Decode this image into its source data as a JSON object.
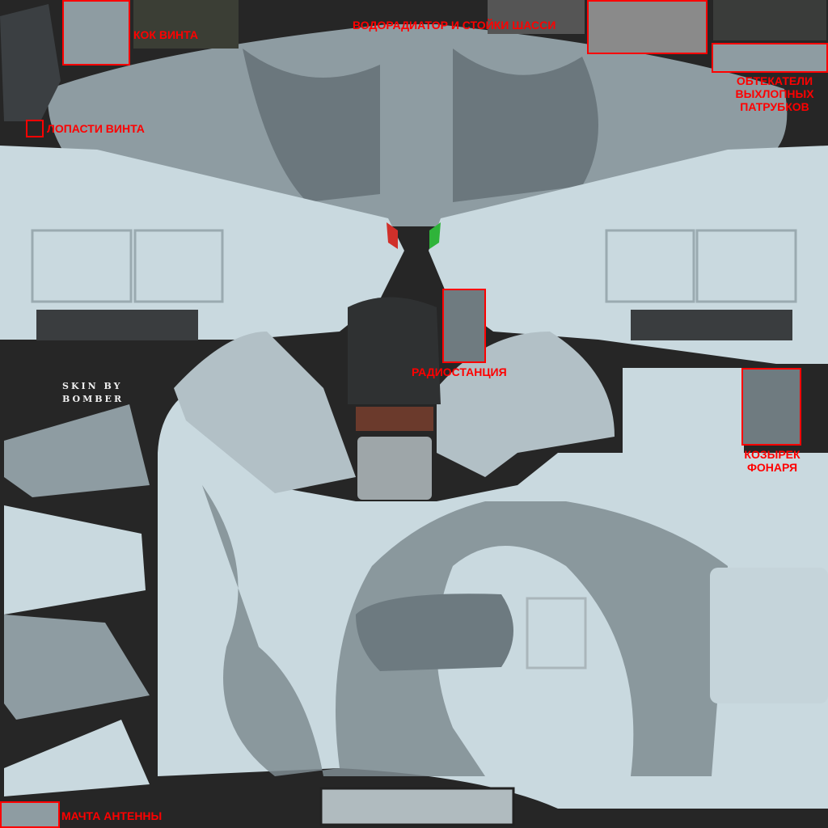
{
  "labels": {
    "spinner": "КОК ВИНТА",
    "radiator": "ВОДОРАДИАТОР И СТОЙКИ ШАССИ",
    "exhaust": [
      "ОБТЕКАТЕЛИ",
      "ВЫХЛОПНЫХ",
      "ПАТРУБКОВ"
    ],
    "blades": "ЛОПАСТИ ВИНТА",
    "radio": "РАДИОСТАНЦИЯ",
    "canopy": [
      "КОЗЫРЕК",
      "ФОНАРЯ"
    ],
    "antenna": "МАЧТА АНТЕННЫ"
  },
  "signature": [
    "SKIN BY",
    "BOMBER"
  ],
  "colors": {
    "background": "#262626",
    "skin_light": "#c9d9df",
    "camo_dark": "#6d7a80",
    "camo_mid": "#8c9aa0",
    "label": "#ff0000",
    "nav_red": "#d0302a",
    "nav_green": "#2fb43a"
  }
}
